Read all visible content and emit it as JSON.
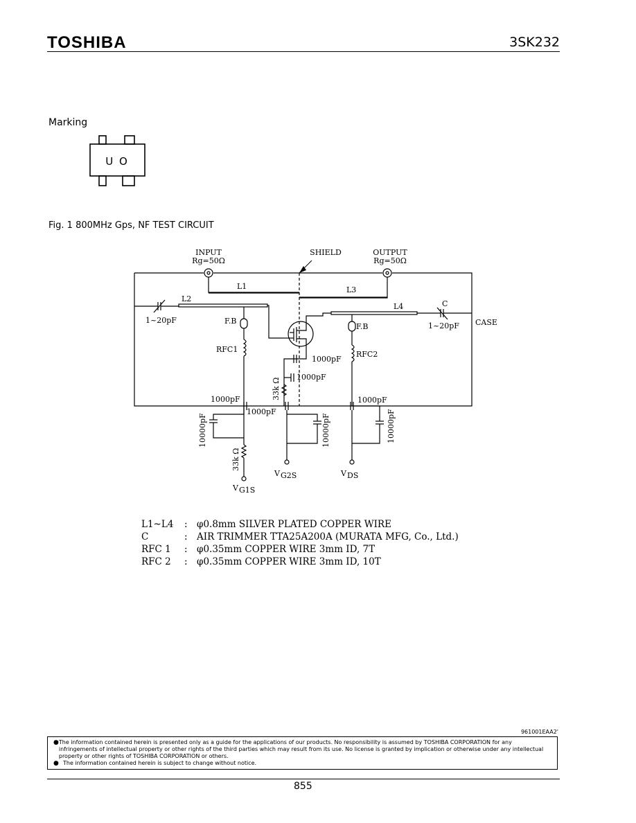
{
  "header": {
    "brand": "TOSHIBA",
    "part_number": "3SK232"
  },
  "marking": {
    "label": "Marking",
    "code": "U O"
  },
  "figure": {
    "title": "Fig. 1 800MHz Gps, NF TEST CIRCUIT",
    "labels": {
      "input": "INPUT",
      "input_rg": "Rg=50Ω",
      "shield": "SHIELD",
      "output": "OUTPUT",
      "output_rg": "Rg=50Ω",
      "l1": "L1",
      "l2": "L2",
      "l3": "L3",
      "l4": "L4",
      "c": "C",
      "trim_left": "1~20pF",
      "trim_right": "1~20pF",
      "case": "CASE",
      "fb_left": "F.B",
      "fb_right": "F.B",
      "rfc1": "RFC1",
      "rfc2": "RFC2",
      "cap_1000_a": "1000pF",
      "cap_1000_b": "1000pF",
      "res_33k_a": "33k Ω",
      "cap_1000_c": "1000pF",
      "cap_1000_d": "1000pF",
      "cap_1000_e": "1000pF",
      "cap_10000_a": "10000pF",
      "cap_10000_b": "10000pF",
      "cap_10000_c": "10000pF",
      "res_33k_b": "33k Ω",
      "vg1s": "V",
      "vg1s_sub": "G1S",
      "vg2s": "V",
      "vg2s_sub": "G2S",
      "vds": "V",
      "vds_sub": "DS"
    }
  },
  "legend": [
    {
      "key": "L1~L4",
      "sep": ":",
      "value": "φ0.8mm SILVER PLATED COPPER WIRE"
    },
    {
      "key": "C",
      "sep": ":",
      "value": "AIR TRIMMER TTA25A200A (MURATA MFG, Co., Ltd.)"
    },
    {
      "key": "RFC 1",
      "sep": ":",
      "value": "φ0.35mm COPPER WIRE 3mm ID, 7T"
    },
    {
      "key": "RFC 2",
      "sep": ":",
      "value": "φ0.35mm COPPER WIRE 3mm ID, 10T"
    }
  ],
  "footer": {
    "doc_code": "961001EAA2'",
    "disclaimer": [
      {
        "bullet": "●",
        "text": "The information contained herein is presented only as a guide for the applications of our products. No responsibility is assumed by TOSHIBA CORPORATION for any infringements of intellectual property or other rights of the third parties which may result from its use. No license is granted by implication or otherwise under any intellectual property or other rights of TOSHIBA CORPORATION or others."
      },
      {
        "bullet": "●",
        "text": "The information contained herein is subject to change without notice."
      }
    ],
    "page_number": "855"
  }
}
